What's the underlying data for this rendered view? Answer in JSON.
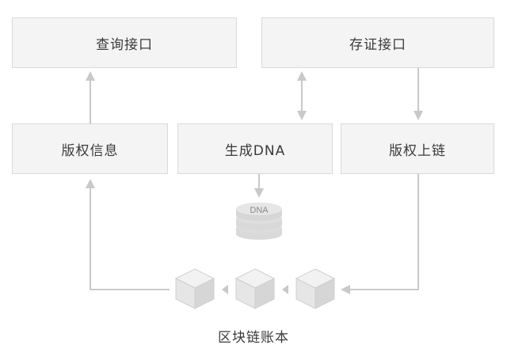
{
  "boxes": {
    "query_api": "查询接口",
    "evidence_api": "存证接口",
    "copyright_info": "版权信息",
    "generate_dna": "生成DNA",
    "copyright_onchain": "版权上链"
  },
  "database_label": "DNA",
  "ledger_caption": "区块链账本",
  "colors": {
    "box_fill": "#f4f4f5",
    "box_border": "#dadada",
    "arrow": "#c9c9c9",
    "text": "#3a3a3a",
    "cube_light": "#f0f0f0",
    "cube_dark": "#d9d9d9"
  }
}
